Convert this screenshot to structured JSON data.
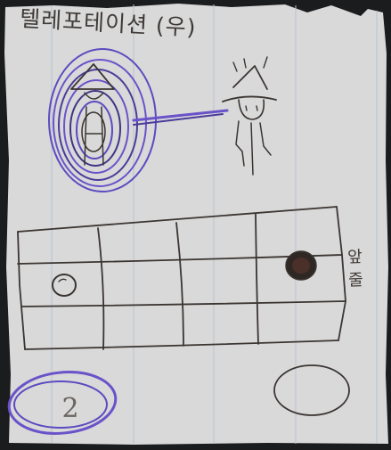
{
  "note": {
    "title": "텔레포테이션 (우)",
    "side_label": [
      "앞",
      "줄"
    ],
    "bottom_left_number": "2"
  },
  "colors": {
    "paper": "#d9d9d9",
    "ink_brown": "#3b3532",
    "ink_purple": "#6a53c9",
    "rule_line": "#b9c2ce",
    "background": "#1b1c1e"
  },
  "icons": {
    "teleport_spiral": "spiral-with-wizard",
    "wizard_figure": "wizard-with-hat",
    "filled_token": "filled-circle",
    "empty_token": "empty-circle"
  }
}
